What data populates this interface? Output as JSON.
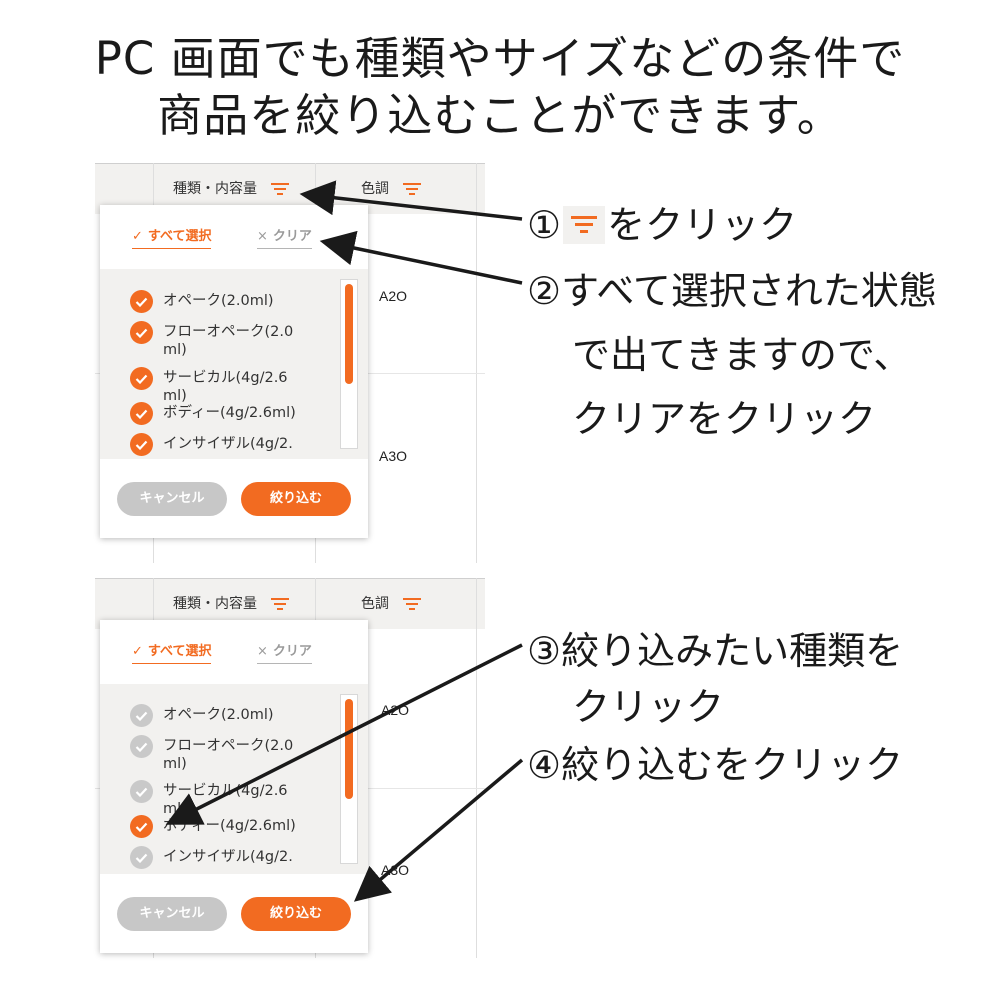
{
  "headline": {
    "line1": "PC 画面でも種類やサイズなどの条件で",
    "line2": "商品を絞り込むことができます。"
  },
  "table": {
    "col_kind": "種類・内容量",
    "col_color": "色調",
    "rows": [
      "A2O",
      "A3O"
    ]
  },
  "popup": {
    "select_all": "すべて選択",
    "clear": "クリア",
    "cancel": "キャンセル",
    "apply": "絞り込む",
    "options": [
      {
        "line1": "オペーク(2.0ml)",
        "line2": ""
      },
      {
        "line1": "フローオペーク(2.0",
        "line2": "ml)"
      },
      {
        "line1": "サービカル(4g/2.6",
        "line2": "ml)"
      },
      {
        "line1": "ボディー(4g/2.6ml)",
        "line2": ""
      },
      {
        "line1": "インサイザル(4g/2.",
        "line2": ""
      }
    ]
  },
  "states": {
    "top": {
      "checked": [
        true,
        true,
        true,
        true,
        true
      ]
    },
    "bottom": {
      "checked": [
        false,
        false,
        false,
        true,
        false
      ]
    }
  },
  "steps": {
    "step1_pre": "①",
    "step1_post": "をクリック",
    "step2_line1": "②すべて選択された状態",
    "step2_line2": "で出てきますので、",
    "step2_line3": "クリアをクリック",
    "step3_line1": "③絞り込みたい種類を",
    "step3_line2": "クリック",
    "step4": "④絞り込むをクリック"
  },
  "colors": {
    "accent": "#f26b21",
    "panel_bg": "#f2f1ef",
    "unchecked": "#c9c9c9",
    "arrow": "#1a1a1a"
  },
  "icons": {
    "filter": "filter-icon",
    "check": "check-icon",
    "close": "close-icon"
  }
}
